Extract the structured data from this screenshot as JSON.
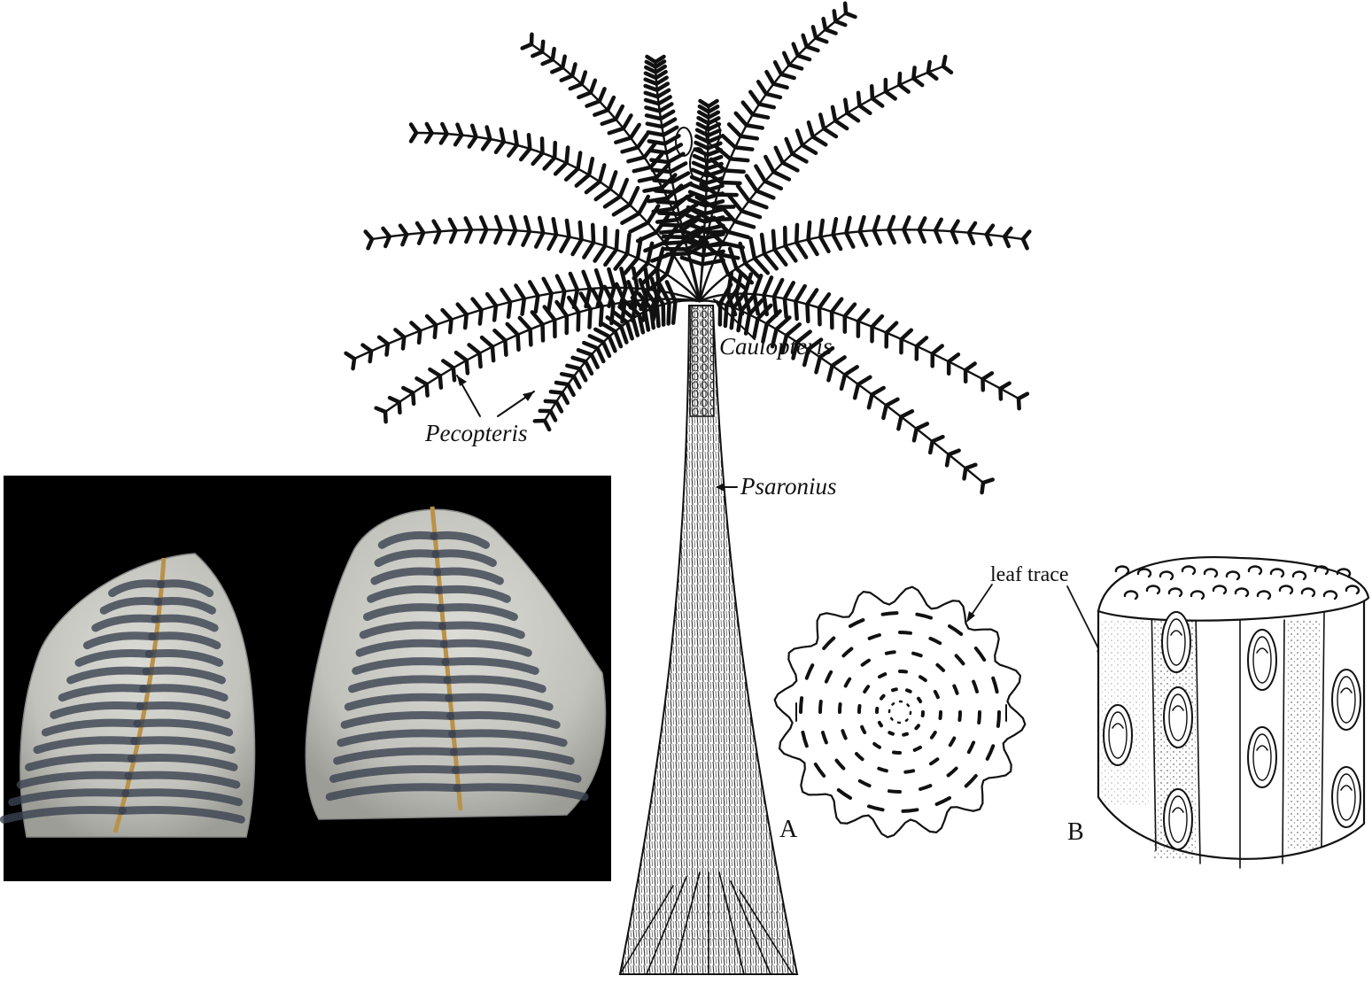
{
  "labels": {
    "caulopteris": "Caulopteris",
    "pecopteris": "Pecopteris",
    "psaronius": "Psaronius",
    "leaf_trace": "leaf trace",
    "panel_a": "A",
    "panel_b": "B"
  },
  "colors": {
    "ink": "#111111",
    "photo_background": "#000000",
    "fossil_stone": "#c9c9c4",
    "fossil_rachis": "#b8924a",
    "page": "#ffffff"
  }
}
